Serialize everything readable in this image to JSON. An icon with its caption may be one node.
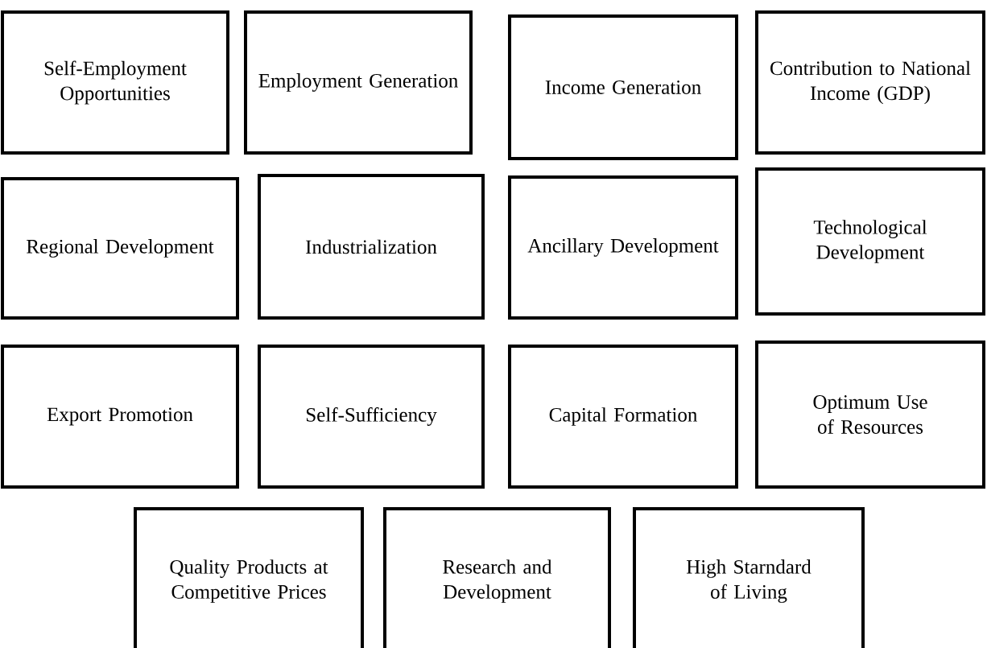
{
  "diagram": {
    "nodes": [
      {
        "text": [
          "Self-Employment Opportunities"
        ]
      },
      {
        "text": [
          "Employment Generation"
        ]
      },
      {
        "text": [
          "Income Generation"
        ]
      },
      {
        "text": [
          "Contribution to National Income (GDP)"
        ]
      },
      {
        "text": [
          "Regional Development"
        ]
      },
      {
        "text": [
          "Industrialization"
        ]
      },
      {
        "text": [
          "Ancillary Development"
        ]
      },
      {
        "text": [
          "Technological Development"
        ]
      },
      {
        "text": [
          "Export Promotion"
        ]
      },
      {
        "text": [
          "Self-Sufficiency"
        ]
      },
      {
        "text": [
          "Capital Formation"
        ]
      },
      {
        "text": [
          "Optimum Use of Resources"
        ]
      },
      {
        "text": [
          "Quality Products at Competitive Prices"
        ]
      },
      {
        "text": [
          "Research and Development"
        ]
      },
      {
        "text": [
          "High Starndard of Living"
        ]
      }
    ]
  }
}
